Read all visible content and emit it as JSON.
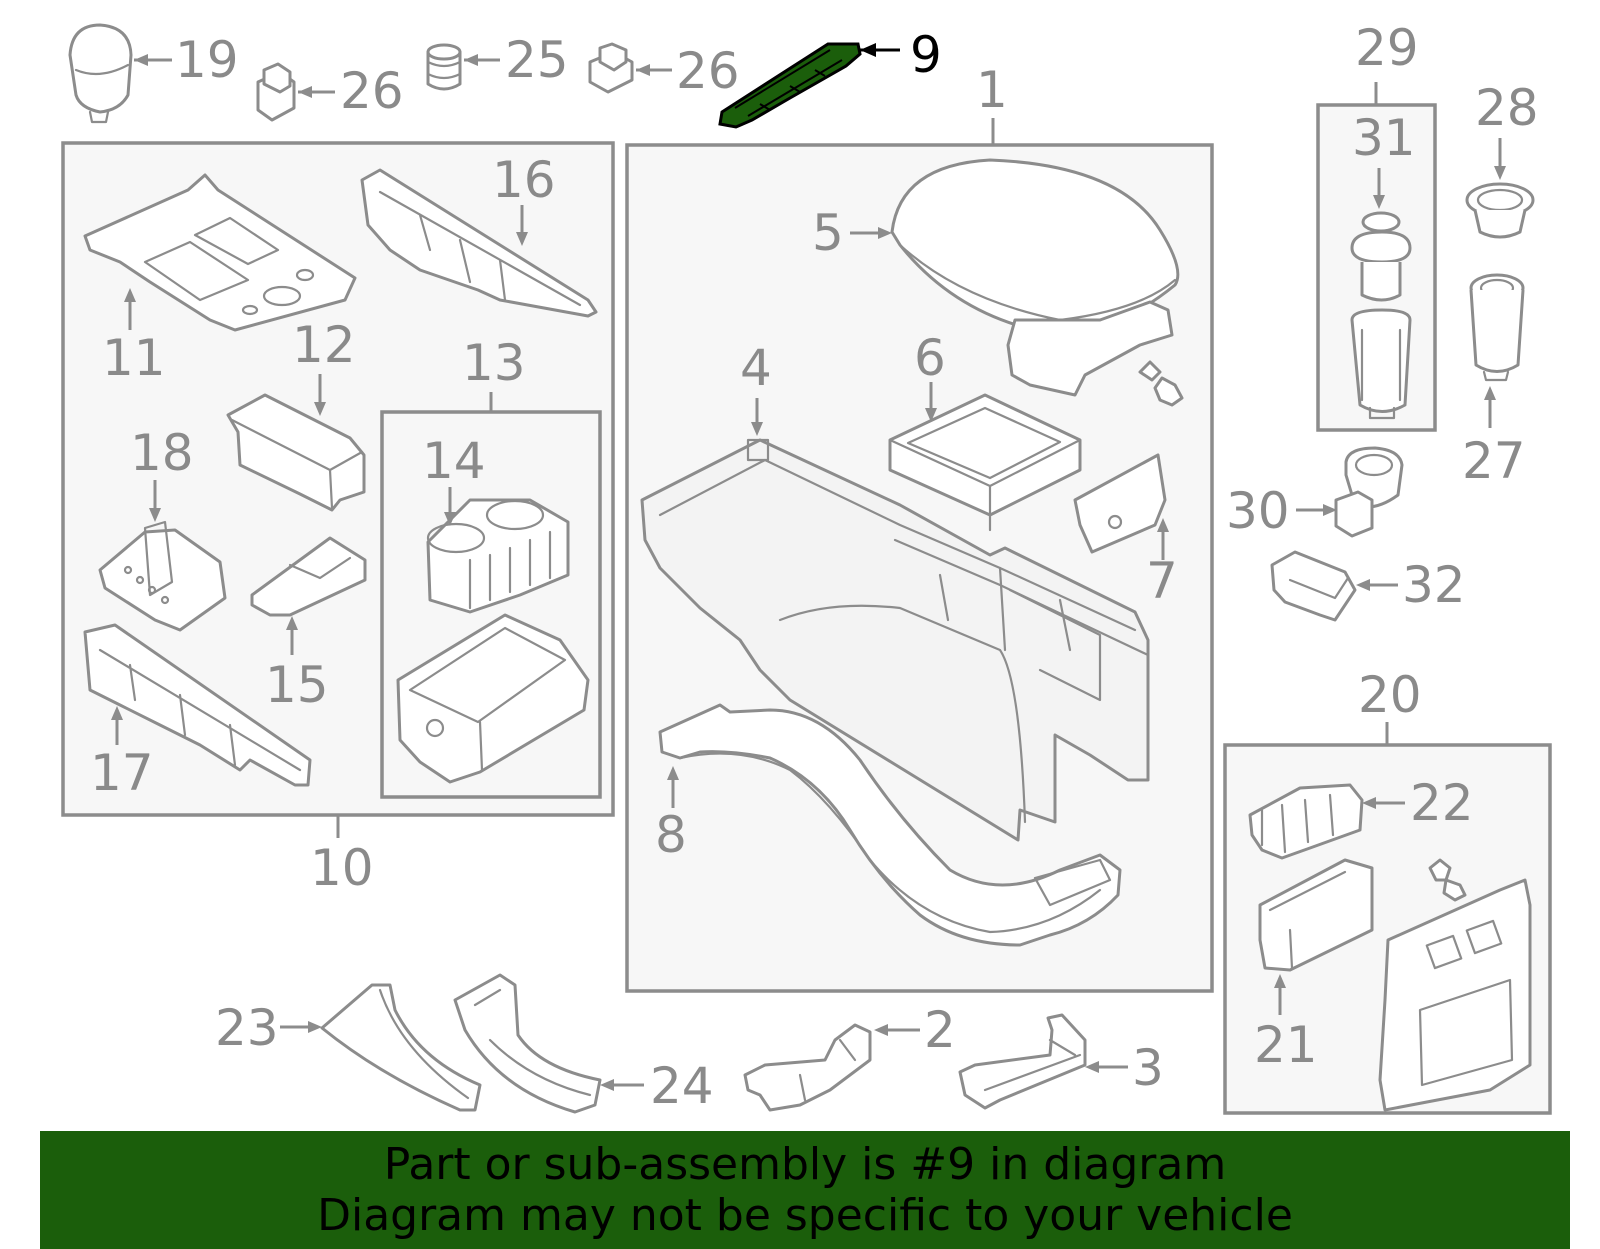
{
  "highlight_color": "#1b5e0b",
  "callouts": {
    "c1": "1",
    "c2": "2",
    "c3": "3",
    "c4": "4",
    "c5": "5",
    "c6": "6",
    "c7": "7",
    "c8": "8",
    "c9": "9",
    "c10": "10",
    "c11": "11",
    "c12": "12",
    "c13": "13",
    "c14": "14",
    "c15": "15",
    "c16": "16",
    "c17": "17",
    "c18": "18",
    "c19": "19",
    "c20": "20",
    "c21": "21",
    "c22": "22",
    "c23": "23",
    "c24": "24",
    "c25": "25",
    "c26a": "26",
    "c26b": "26",
    "c27": "27",
    "c28": "28",
    "c29": "29",
    "c30": "30",
    "c31": "31",
    "c32": "32"
  },
  "banner": {
    "line1": "Part or sub-assembly is #9 in diagram",
    "line2": "Diagram may not be specific to your vehicle"
  }
}
